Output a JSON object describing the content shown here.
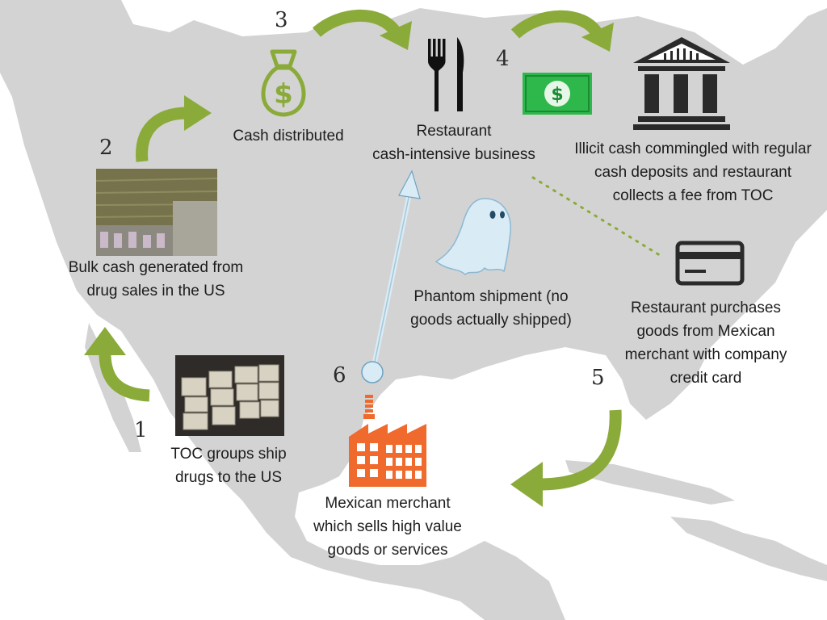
{
  "steps": [
    {
      "number": "1",
      "label": "TOC groups ship\ndrugs to the US"
    },
    {
      "number": "2",
      "label": "Bulk cash generated from\ndrug sales in the US"
    },
    {
      "number": "3",
      "label": "Cash distributed"
    },
    {
      "number": "4",
      "label": "Illicit cash commingled with regular\ncash deposits and restaurant\ncollects a fee from TOC"
    },
    {
      "number": "5",
      "label": "Restaurant purchases\ngoods from Mexican\nmerchant with company\ncredit card"
    },
    {
      "number": "6",
      "label": "Mexican merchant\nwhich sells high value\ngoods or services"
    }
  ],
  "restaurant": {
    "label": "Restaurant\ncash-intensive business"
  },
  "phantom": {
    "label": "Phantom shipment (no\ngoods actually shipped)"
  },
  "icons": {
    "money_bag": "money-bag-icon",
    "cutlery": "fork-knife-icon",
    "banknote": "dollar-bill-icon",
    "bank": "bank-building-icon",
    "ghost": "ghost-icon",
    "credit_card": "credit-card-icon",
    "factory": "factory-icon"
  },
  "colors": {
    "map_land": "#d3d3d3",
    "arrow_green": "#8aab3a",
    "ghost_arrow": "#d9ecf5",
    "money_green": "#2eb84b",
    "factory_orange": "#ef6a2c",
    "bank_dark": "#2a2a2a"
  }
}
